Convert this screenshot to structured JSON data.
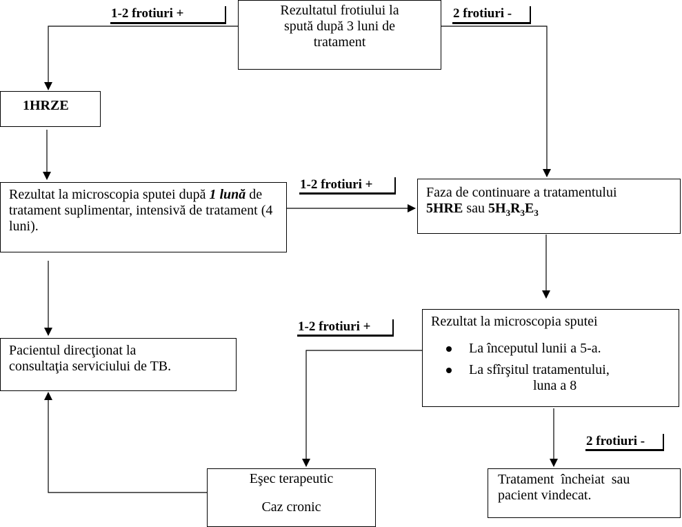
{
  "start_box": {
    "line1": "Rezultatul frotiului la",
    "line2": "spută după 3 luni de",
    "line3": "tratament"
  },
  "label_top_left": "1-2   frotiuri   +",
  "label_top_right": "2 frotiuri -",
  "box_1hrze": "1HRZE",
  "box_micro1": {
    "part1": "Rezultat la microscopia sputei după ",
    "italic": "1 lună",
    "part2": "  de tratament suplimentar, intensivă de tratament (4 luni)."
  },
  "label_mid": "1-2 frotiuri +",
  "box_continuare": {
    "line1": "Faza de continuare a tratamentului",
    "line2a": "5HRE",
    "line2b": " sau ",
    "line2c": "5H",
    "sub1": "3",
    "line2d": "R",
    "sub2": "3",
    "line2e": "E",
    "sub3": "3"
  },
  "box_micro2": {
    "title": "Rezultat la microscopia sputei",
    "bullet1": "La începutul lunii a 5-a.",
    "bullet2": "La sfîrşitul tratamentului,",
    "bullet2_cont": "luna a 8"
  },
  "label_mid2": "1-2 frotiuri +",
  "box_pacient": {
    "line1": "Pacientul direcţionat la",
    "line2": "consultaţia serviciului de TB."
  },
  "box_esec": {
    "line1": "Eşec terapeutic",
    "line2": "Caz cronic"
  },
  "label_bottom_right": "2 frotiuri -",
  "box_incheiat": {
    "line1": "Tratament  încheiat  sau",
    "line2": "pacient vindecat."
  }
}
